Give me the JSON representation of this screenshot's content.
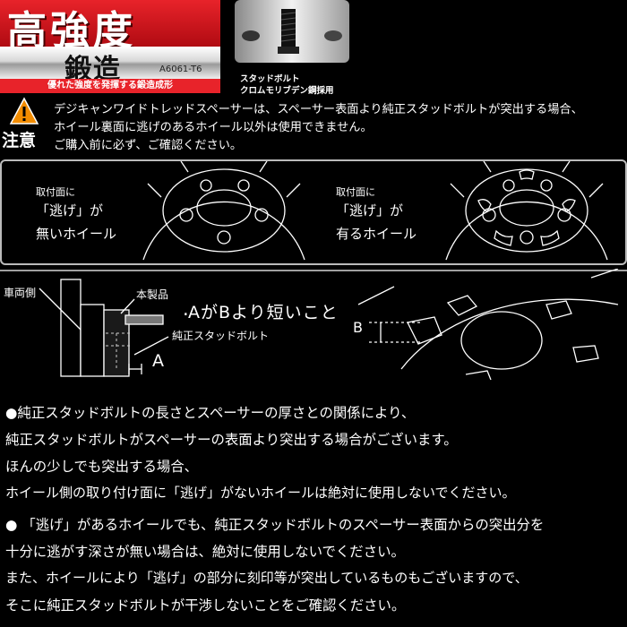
{
  "header": {
    "title": "高強度",
    "subtitle": "鍛造",
    "material": "A6061-T6",
    "tagline": "優れた強度を発揮する鍛造成形",
    "bolt_caption_1": "スタッドボルト",
    "bolt_caption_2": "クロムモリブデン鋼採用"
  },
  "warning": {
    "heading": "注意",
    "lines": [
      "デジキャンワイドトレッドスペーサーは、スペーサー表面より純正スタッドボルトが突出する場合、",
      "ホイール裏面に逃げのあるホイール以外は使用できません。",
      "ご購入前に必ず、ご確認ください。"
    ]
  },
  "wheels": {
    "left_label_1": "取付面に",
    "left_label_2": "「逃げ」が",
    "left_label_3": "無いホイール",
    "right_label_1": "取付面に",
    "right_label_2": "「逃げ」が",
    "right_label_3": "有るホイール"
  },
  "section": {
    "vehicle_side": "車両側",
    "product": "本製品",
    "rule": "AがBより短いこと",
    "stud_bolt": "純正スタッドボルト",
    "label_a": "A",
    "label_b": "B"
  },
  "notes": [
    "●純正スタッドボルトの長さとスペーサーの厚さとの関係により、",
    "純正スタッドボルトがスペーサーの表面より突出する場合がございます。",
    "ほんの少しでも突出する場合、",
    "ホイール側の取り付け面に「逃げ」がないホイールは絶対に使用しないでください。",
    "● 「逃げ」があるホイールでも、純正スタッドボルトのスペーサー表面からの突出分を",
    "十分に逃がす深さが無い場合は、絶対に使用しないでください。",
    "また、ホイールにより「逃げ」の部分に刻印等が突出しているものもございますので、",
    "そこに純正スタッドボルトが干渉しないことをご確認ください。"
  ],
  "colors": {
    "accent_red": "#e8232a",
    "warning_orange": "#f28c00",
    "line_white": "#ffffff"
  }
}
